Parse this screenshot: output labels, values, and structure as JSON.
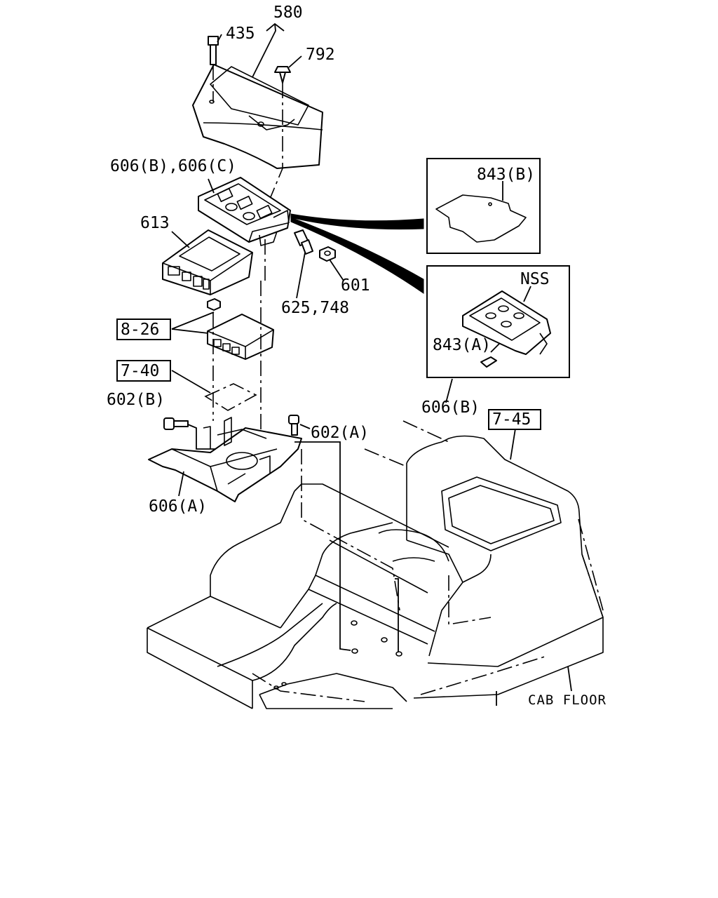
{
  "labels": {
    "cover_assy": "580",
    "bolt_top": "435",
    "clip": "792",
    "bracket_upper": "606(B),606(C)",
    "controller": "613",
    "nut": "601",
    "screw": "625,748",
    "ref_8_26": "8-26",
    "ref_7_40": "7-40",
    "bolt_b": "602(B)",
    "bolt_a": "602(A)",
    "bracket_lower": "606(A)",
    "pad_b": "843(B)",
    "nss": "NSS",
    "pad_a": "843(A)",
    "bracket_b": "606(B)",
    "ref_7_45": "7-45",
    "cab_floor": "CAB FLOOR"
  }
}
